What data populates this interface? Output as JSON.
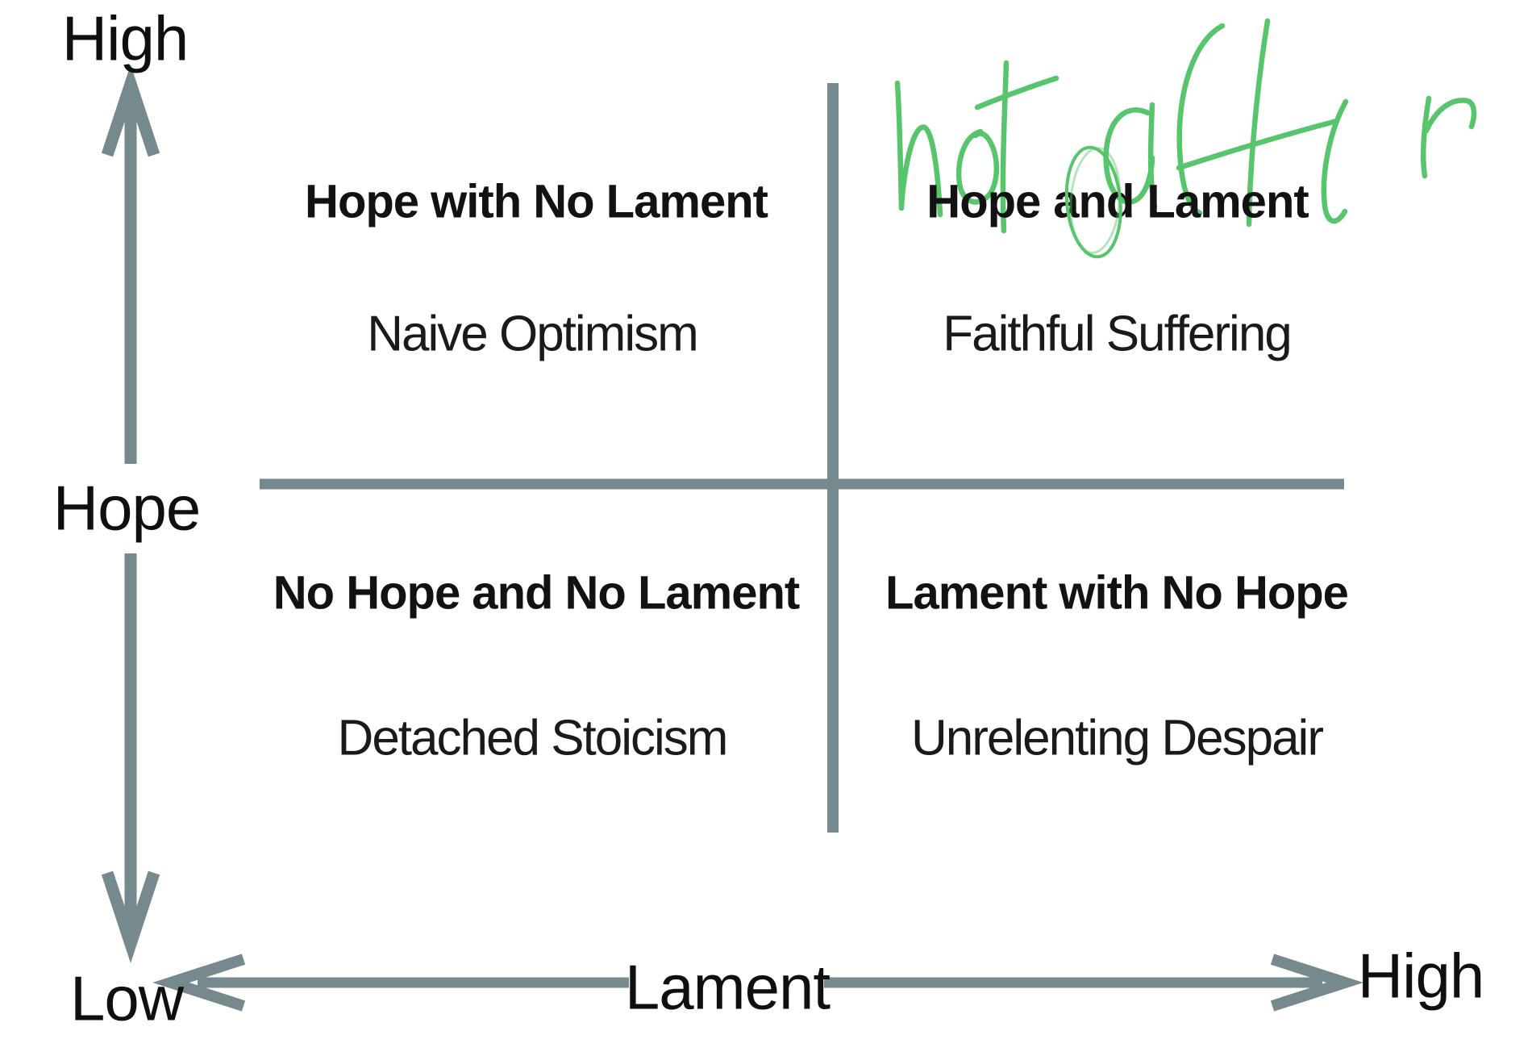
{
  "diagram": {
    "type": "2x2-quadrant-matrix",
    "background": "#ffffff"
  },
  "colors": {
    "axis_gray": "#76898D",
    "text_black": "#121212",
    "annotation_green": "#57c56c"
  },
  "axes": {
    "vertical_label": "Hope",
    "horizontal_label": "Lament",
    "vertical_high_label": "High",
    "origin_low_label": "Low",
    "horizontal_high_label": "High"
  },
  "quadrants": {
    "top_left": {
      "title": "Hope with No Lament",
      "subtitle": "Naive Optimism"
    },
    "top_right": {
      "title": "Hope and Lament",
      "title_prefix": "Hope",
      "circled_word": "and",
      "title_suffix": "Lament",
      "subtitle": "Faithful Suffering"
    },
    "bottom_left": {
      "title": "No Hope and No Lament",
      "subtitle": "Detached Stoicism"
    },
    "bottom_right": {
      "title": "Lament with No Hope",
      "subtitle": "Unrelenting Despair"
    }
  },
  "annotation": {
    "handwritten_text": "not after",
    "circled_word": "and"
  }
}
